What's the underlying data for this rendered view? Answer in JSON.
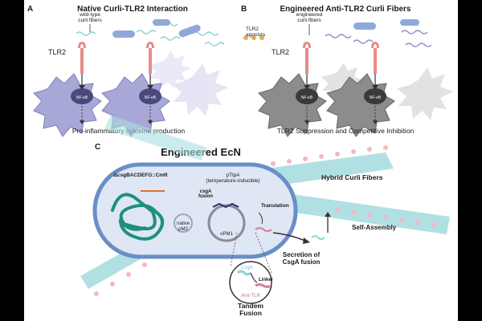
{
  "panel_a": {
    "letter": "A",
    "title": "Native Curli-TLR2 Interaction",
    "label_fibers": "wild-type\ncurli fibers",
    "label_receptor": "TLR2",
    "nucleus_label": "NF-κB",
    "caption": "Pro-inflammatory cytokine production"
  },
  "panel_b": {
    "letter": "B",
    "title": "Engineered Anti-TLR2 Curli Fibers",
    "label_agonists": "TLR2\nagonists",
    "label_fibers": "engineered\ncurli fibers",
    "label_receptor": "TLR2",
    "nucleus_label": "NF-κB",
    "caption": "TLR2 Suppression and Competitive Inhibition"
  },
  "panel_c": {
    "letter": "C",
    "title": "Engineered EcN",
    "deletion": "ΔcsgBACDEFG::CmR",
    "promoter": "pTlpA",
    "promoter_note": "(temperature-inducible)",
    "fusion": "csgA\nfusion",
    "plasmid": "oPM1",
    "native_plasmid": "native\npM2",
    "translation": "Translation",
    "hybrid": "Hybrid Curli Fibers",
    "self_assembly": "Self-Assembly",
    "secretion": "Secretion of\nCsgA fusion",
    "inset_csga": "CsgA",
    "inset_linker": "Linker",
    "inset_anti": "Anti-TLR",
    "tandem": "Tandem\nFusion"
  },
  "colors": {
    "cell_border": "#6a8ec6",
    "cell_fill": "#dfe6f4",
    "fiber_blue": "#8fd3d8",
    "fiber_pink": "#f2b8c8",
    "dna": "#1f8f7f",
    "macrophage_a": "#a8a8d8",
    "macrophage_b": "#8c8c8c",
    "receptor": "#e88a8a",
    "agonist": "#e0b050"
  }
}
